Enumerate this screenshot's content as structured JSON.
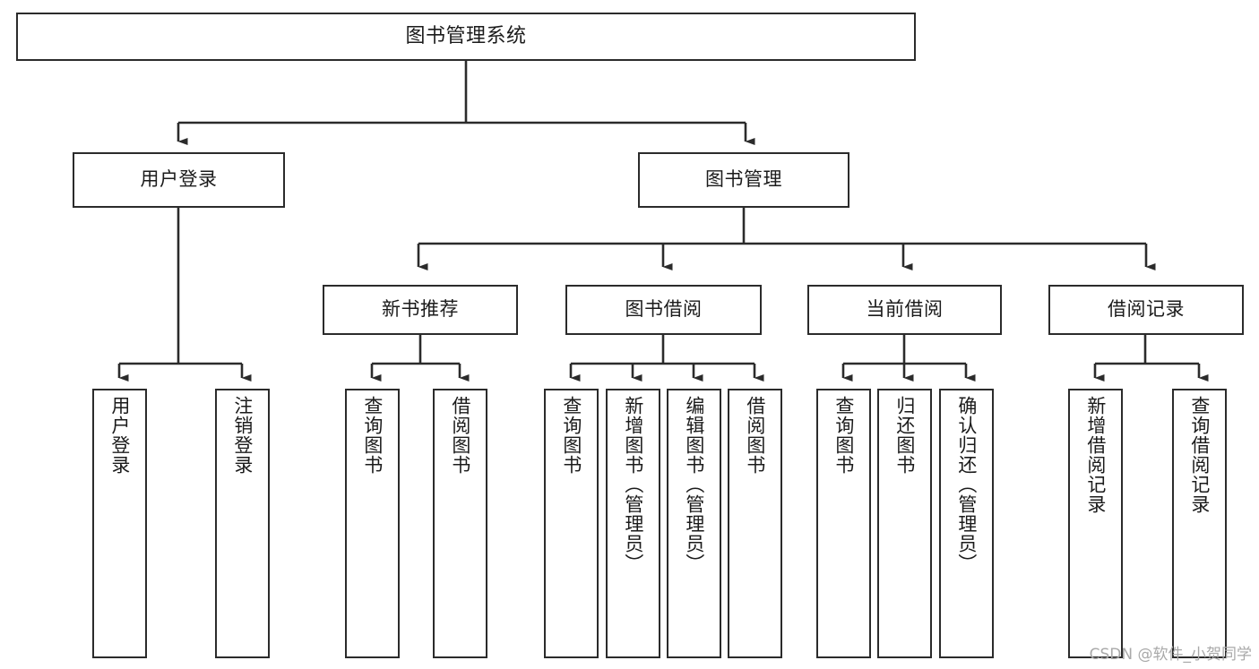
{
  "diagram": {
    "title": "图书管理系统",
    "watermark": "CSDN @软件_小贺同学",
    "line_color": "#2b2b2b",
    "box_fill": "#ffffff",
    "text_color": "#1b1b1b",
    "watermark_color": "#a9a9a9",
    "type": "tree-hierarchy",
    "levels": 4
  },
  "nodes": {
    "root": {
      "label": "图书管理系统"
    },
    "level2": [
      {
        "label": "用户登录"
      },
      {
        "label": "图书管理"
      }
    ],
    "level3": [
      {
        "label": "新书推荐"
      },
      {
        "label": "图书借阅"
      },
      {
        "label": "当前借阅"
      },
      {
        "label": "借阅记录"
      }
    ],
    "leaves": {
      "user_login": [
        {
          "label": "用户登录"
        },
        {
          "label": "注销登录"
        }
      ],
      "new_book": [
        {
          "label": "查询图书"
        },
        {
          "label": "借阅图书"
        }
      ],
      "book_borrow": [
        {
          "label": "查询图书"
        },
        {
          "label": "新增图书（管理员）"
        },
        {
          "label": "编辑图书（管理员）"
        },
        {
          "label": "借阅图书"
        }
      ],
      "current_borrow": [
        {
          "label": "查询图书"
        },
        {
          "label": "归还图书"
        },
        {
          "label": "确认归还（管理员）"
        }
      ],
      "borrow_record": [
        {
          "label": "新增借阅记录"
        },
        {
          "label": "查询借阅记录"
        }
      ]
    }
  }
}
